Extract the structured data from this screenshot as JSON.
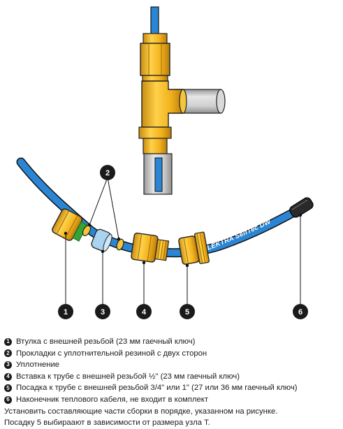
{
  "cable": {
    "label": "ELEKTRA SelfTec DW"
  },
  "callouts": [
    {
      "number": "1",
      "text": "Втулка с внешней резьбой (23 мм гаечный ключ)"
    },
    {
      "number": "2",
      "text": "Прокладки с уплотнительной резиной с двух сторон"
    },
    {
      "number": "3",
      "text": "Уплотнение"
    },
    {
      "number": "4",
      "text": "Вставка к трубе с внешней резьбой ½\" (23 мм гаечный ключ)"
    },
    {
      "number": "5",
      "text": "Посадка к трубе с внешней резьбой 3/4\" или 1\" (27 или 36 мм гаечный ключ)"
    },
    {
      "number": "6",
      "text": "Наконечник теплового кабеля, не входит в комплект"
    }
  ],
  "notes": [
    "Установить составляющие части сборки в порядке, указанном на рисунке.",
    "Посадку 5 выбираают в зависимости от размера узла Т."
  ],
  "colors": {
    "brass": "#f2b11c",
    "brass_dark": "#b87d0c",
    "cable_blue": "#2a86d4",
    "pipe_grey": "#cfcfcf",
    "seal_blue": "#a9d3ee",
    "thread_green": "#35a437",
    "callout_dark": "#1a1a1a"
  }
}
